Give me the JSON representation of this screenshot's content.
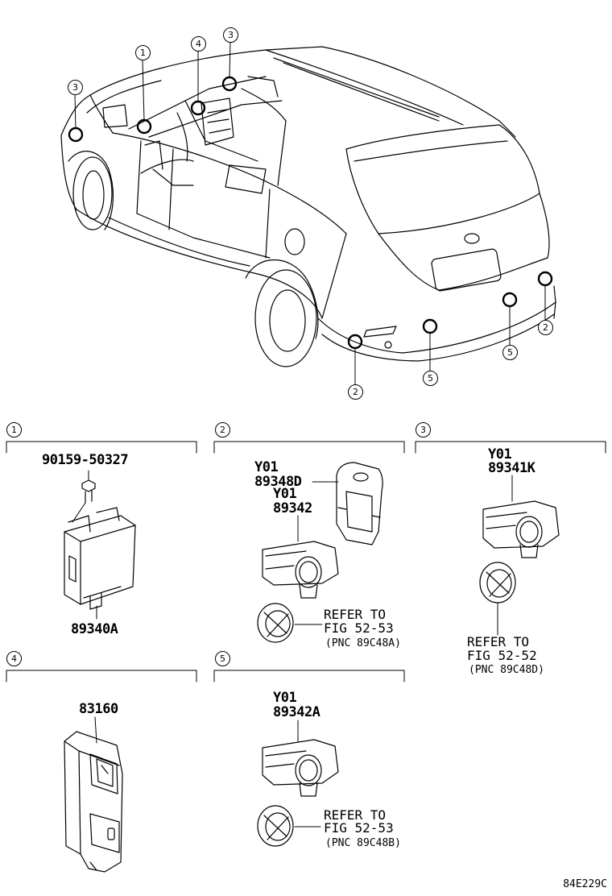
{
  "callouts_car": [
    {
      "id": "c1",
      "label": "1"
    },
    {
      "id": "c4",
      "label": "4"
    },
    {
      "id": "c3a",
      "label": "3"
    },
    {
      "id": "c3b",
      "label": "3"
    },
    {
      "id": "c2a",
      "label": "2"
    },
    {
      "id": "c2b",
      "label": "2"
    },
    {
      "id": "c5a",
      "label": "5"
    },
    {
      "id": "c5b",
      "label": "5"
    }
  ],
  "sections": [
    {
      "id": "s1",
      "label": "1"
    },
    {
      "id": "s2",
      "label": "2"
    },
    {
      "id": "s3",
      "label": "3"
    },
    {
      "id": "s4",
      "label": "4"
    },
    {
      "id": "s5",
      "label": "5"
    }
  ],
  "section1": {
    "bolt_part": "90159-50327",
    "ecu_part": "89340A"
  },
  "section2": {
    "bracket_code": "Y01",
    "bracket_part": "89348D",
    "sensor_code": "Y01",
    "sensor_part": "89342",
    "refer_line1": "REFER TO",
    "refer_line2": "FIG 52-53",
    "refer_line3": "(PNC 89C48A)"
  },
  "section3": {
    "sensor_code": "Y01",
    "sensor_part": "89341K",
    "refer_line1": "REFER TO",
    "refer_line2": "FIG 52-52",
    "refer_line3": "(PNC 89C48D)"
  },
  "section4": {
    "switch_part": "83160"
  },
  "section5": {
    "sensor_code": "Y01",
    "sensor_part": "89342A",
    "refer_line1": "REFER TO",
    "refer_line2": "FIG 52-53",
    "refer_line3": "(PNC 89C48B)"
  },
  "figure_code": "84E229C"
}
